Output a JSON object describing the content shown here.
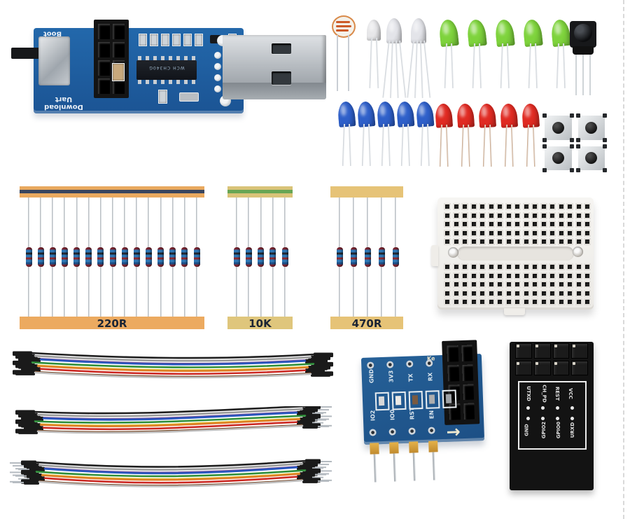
{
  "usb_uart_board": {
    "boot_label": "Boot",
    "mode_label_line1": "Uart",
    "mode_label_line2": "Download",
    "chip_brand": "WCH",
    "chip_model": "CH340G",
    "pcb_color": "#1e5c9c"
  },
  "resistor_strips": [
    {
      "label": "220R",
      "count": 15,
      "tape_color": "#e9a95f",
      "stripe_color": "#39455e",
      "bottom_tape_color": "#ecaa60"
    },
    {
      "label": "10K",
      "count": 5,
      "tape_color": "#d9c378",
      "stripe_color": "#68a654",
      "bottom_tape_color": "#dfc67c"
    },
    {
      "label": "470R",
      "count": 5,
      "tape_color": "#e6c377",
      "stripe_color": "",
      "bottom_tape_color": "#e6c377"
    }
  ],
  "leds": {
    "green": {
      "count": 5,
      "color": "#7ed33c"
    },
    "blue": {
      "count": 5,
      "color": "#2e5fc9"
    },
    "red": {
      "count": 5,
      "color": "#e02a22"
    },
    "clear": {
      "count": 1,
      "color": "#e7e7e9"
    },
    "rgb": {
      "count": 2,
      "color": "#e3e4e9"
    }
  },
  "photoresistor": {
    "type": "ldr"
  },
  "ir_receiver": {
    "type": "ir-receiver"
  },
  "buttons": {
    "count": 4
  },
  "breadboard": {
    "columns": 17,
    "rows_per_bank": 5,
    "banks": 2
  },
  "jumper_wires": {
    "colors": [
      "#1f1f1f",
      "#9a9a9a",
      "#6a4a9a",
      "#2858c0",
      "#2f8f3a",
      "#ddc22e",
      "#e07e28",
      "#cc2a24",
      "#7a4a28",
      "#bfbfbf"
    ],
    "bundles": [
      {
        "type": "female-female"
      },
      {
        "type": "female-male"
      },
      {
        "type": "male-male"
      }
    ]
  },
  "esp_adapter": {
    "top_pins": [
      "GND",
      "3V3",
      "TX",
      "RX"
    ],
    "bottom_pins": [
      "IO2",
      "IO0",
      "RST",
      "EN"
    ],
    "key_label": "Ke",
    "arrow_glyph": "→"
  },
  "esp01": {
    "columns": [
      {
        "top": "UTXD",
        "bottom": "GND"
      },
      {
        "top": "CH_PD",
        "bottom": "GPIO2"
      },
      {
        "top": "REST",
        "bottom": "GPIO0"
      },
      {
        "top": "VCC",
        "bottom": "URXD"
      }
    ]
  }
}
